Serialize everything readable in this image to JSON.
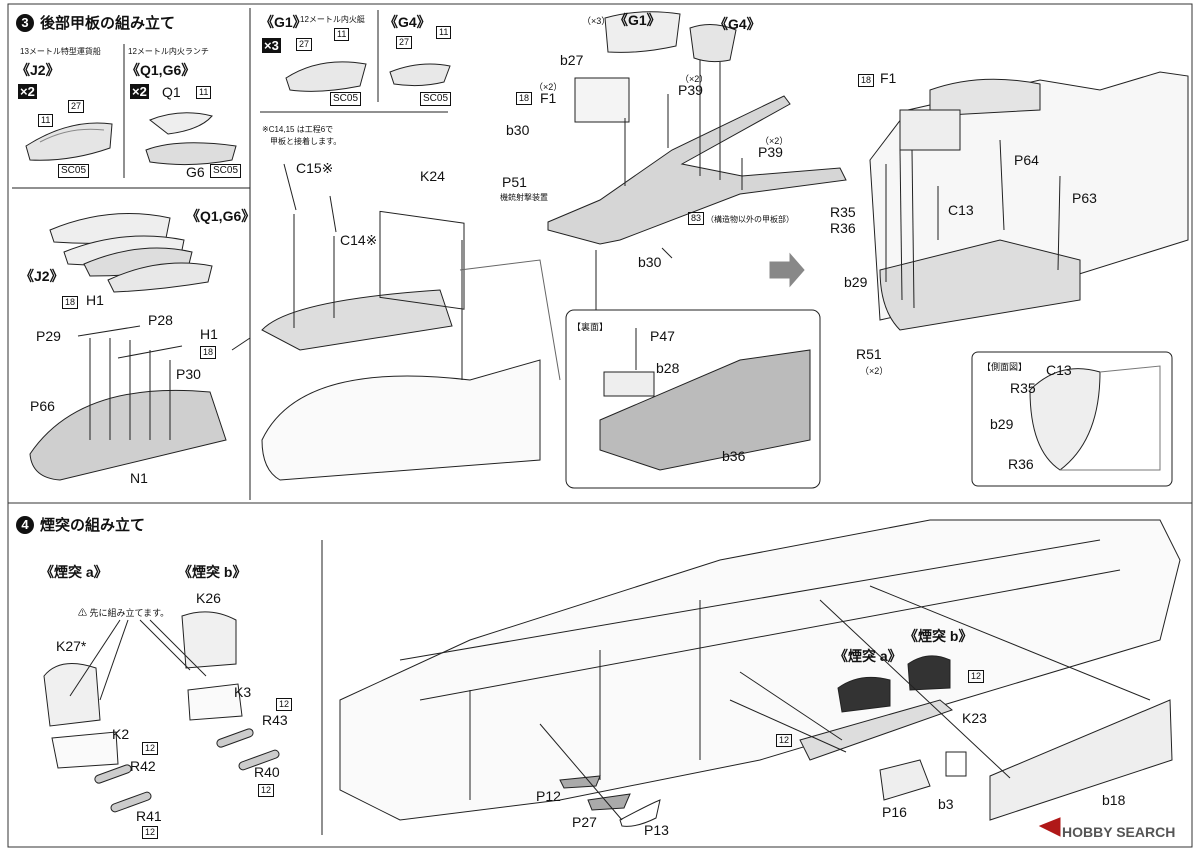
{
  "step3": {
    "number": "3",
    "title": "後部甲板の組み立て",
    "boat_j2_caption": "13メートル特型運貨船",
    "boat_q1g6_caption": "12メートル内火ランチ",
    "j2": "《J2》",
    "q1g6": "《Q1,G6》",
    "x2a": "×2",
    "x2b": "×2",
    "x3": "×3",
    "q1": "Q1",
    "g6": "G6",
    "sc05a": "SC05",
    "sc05b": "SC05",
    "sc05c": "SC05",
    "sc05d": "SC05",
    "h11a": "11",
    "h27a": "27",
    "h11b": "11",
    "h27b": "27",
    "h11c": "11",
    "h27c": "27",
    "h11d": "11",
    "g1": "《G1》",
    "g1_caption": "12メートル内火艇",
    "g4": "《G4》",
    "stack_q1g6": "《Q1,G6》",
    "stack_j2": "《J2》",
    "h1a": "H1",
    "h1b": "H1",
    "h18a": "18",
    "h18b": "18",
    "p28": "P28",
    "p29": "P29",
    "p30": "P30",
    "p66": "P66",
    "n1": "N1",
    "note_c14": "※C14,15 は工程6で",
    "note_c14b": "甲板と接着します。",
    "c15": "C15※",
    "c14": "C14※",
    "k24": "K24",
    "top_g1": "《G1》",
    "top_x3": "（×3）",
    "top_g4": "《G4》",
    "b27": "b27",
    "f1_x2": "（×2）",
    "f1": "F1",
    "h18c": "18",
    "p39a_x2": "（×2）",
    "p39a": "P39",
    "p39b_x2": "（×2）",
    "p39b": "P39",
    "b30a": "b30",
    "p51": "P51",
    "p51_caption": "機銃射撃装置",
    "h83": "83",
    "h83_caption": "（構造物以外の甲板部）",
    "b30b": "b30",
    "underside_title": "【裏面】",
    "p47": "P47",
    "b28": "b28",
    "b36": "b36",
    "right_h18": "18",
    "right_f1": "F1",
    "p64": "P64",
    "p63": "P63",
    "r35": "R35",
    "r36": "R36",
    "c13": "C13",
    "b29": "b29",
    "r51": "R51",
    "r51_x2": "（×2）",
    "side_title": "【側面図】",
    "side_c13": "C13",
    "side_r35": "R35",
    "side_b29": "b29",
    "side_r36": "R36"
  },
  "step4": {
    "number": "4",
    "title": "煙突の組み立て",
    "funnel_a": "《煙突 a》",
    "funnel_b": "《煙突 b》",
    "warn": "先に組み立てます。",
    "k26": "K26",
    "k27": "K27*",
    "k3": "K3",
    "k2": "K2",
    "r43": "R43",
    "r42": "R42",
    "r40": "R40",
    "r41": "R41",
    "h12a": "12",
    "h12b": "12",
    "h12c": "12",
    "h12d": "12",
    "hull_funnel_b": "《煙突 b》",
    "hull_funnel_a": "《煙突 a》",
    "h12e": "12",
    "h12f": "12",
    "k23": "K23",
    "p12": "P12",
    "p27": "P27",
    "p13": "P13",
    "p16": "P16",
    "b3": "b3",
    "b18": "b18"
  },
  "watermark": "HOBBY SEARCH"
}
